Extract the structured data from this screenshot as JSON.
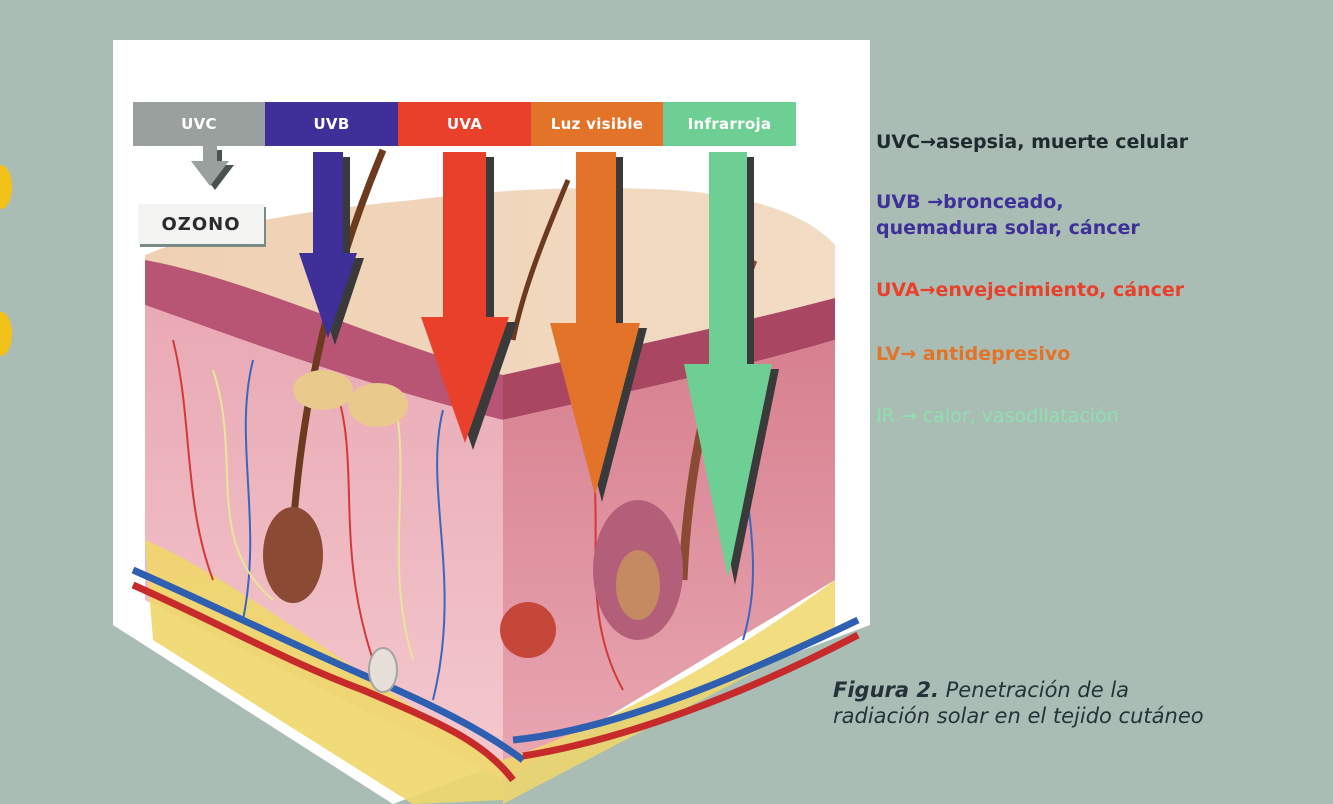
{
  "colors": {
    "background": "#a9bdb4",
    "uvc": "#9aa09e",
    "uvb": "#3e2f99",
    "uva": "#e8402b",
    "visible": "#e4732a",
    "infrared": "#6ecf94",
    "card": "#ffffff"
  },
  "bands": [
    {
      "label": "UVC"
    },
    {
      "label": "UVB"
    },
    {
      "label": "UVA"
    },
    {
      "label": "Luz visible"
    },
    {
      "label": "Infrarroja"
    }
  ],
  "ozone_label": "OZONO",
  "legend": {
    "uvc": "UVC→asepsia, muerte celular",
    "uvb_line1": "UVB →bronceado,",
    "uvb_line2": "quemadura solar, cáncer",
    "uva": "UVA→envejecimiento, cáncer",
    "lv": "LV→ antidepresivo",
    "ir": "IR → calor, vasodilatación"
  },
  "caption": {
    "label": "Figura 2.",
    "text": " Penetración de la",
    "text2": "radiación solar en el tejido cutáneo"
  }
}
